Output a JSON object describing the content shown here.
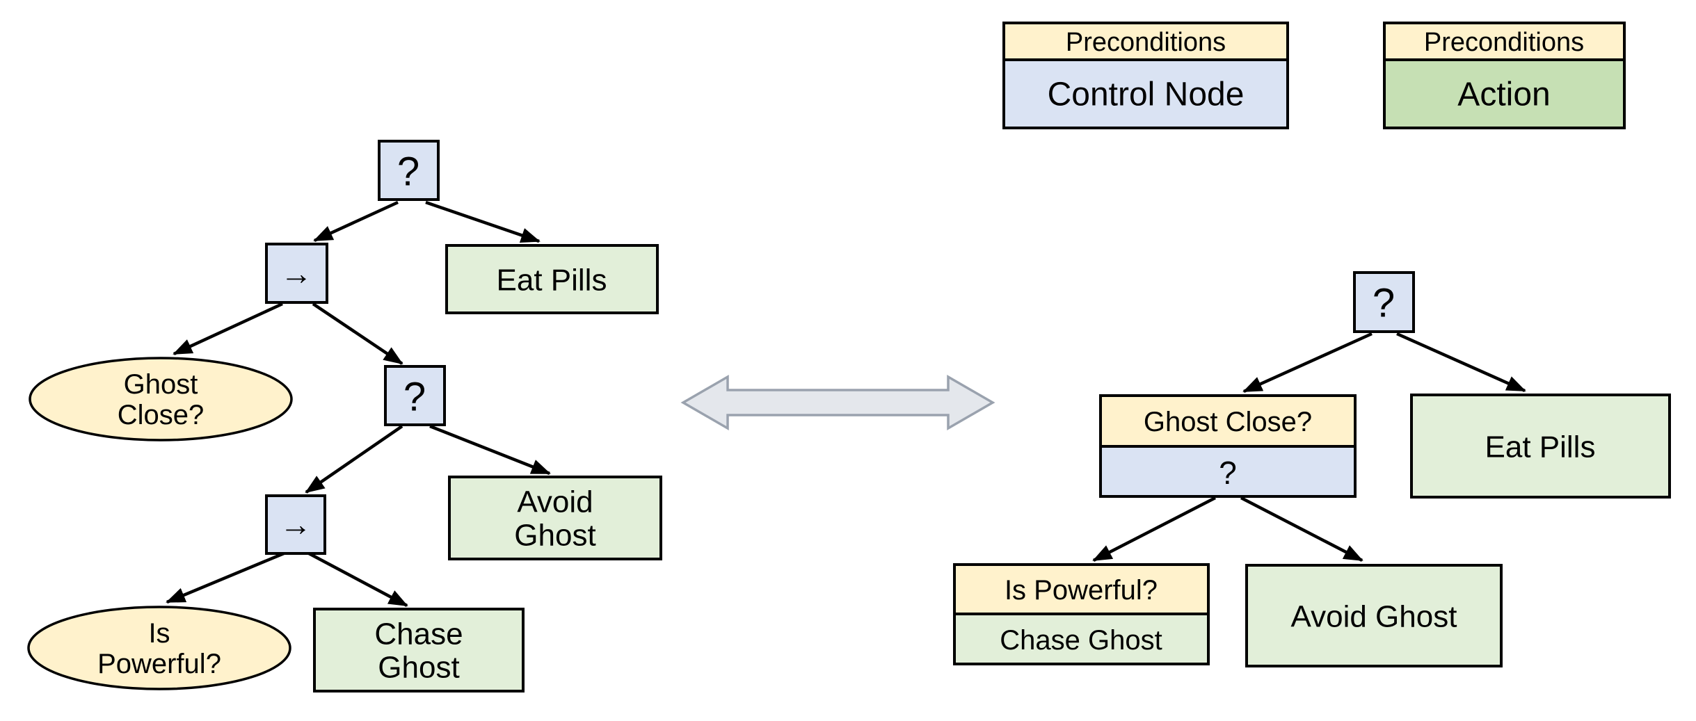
{
  "colors": {
    "precondition_yellow": "#FFF2CC",
    "control_blue": "#DAE3F3",
    "action_green_pale": "#E2EFD9",
    "action_green_legend": "#C6E0B4",
    "equivalence_arrow_fill": "#E4E7EC",
    "equivalence_arrow_border": "#9AA2AE",
    "edge_black": "#000000"
  },
  "icons": {
    "equivalence": "double-headed-arrow",
    "sequence_glyph": "right-arrow"
  },
  "legend": {
    "control_node_box": {
      "header": "Preconditions",
      "body": "Control Node"
    },
    "action_box": {
      "header": "Preconditions",
      "body": "Action"
    }
  },
  "left_tree": {
    "root_selector": "?",
    "sequence_top": "→",
    "eat_pills": "Eat Pills",
    "ghost_close": {
      "line1": "Ghost",
      "line2": "Close?"
    },
    "mid_selector": "?",
    "avoid_ghost": {
      "line1": "Avoid",
      "line2": "Ghost"
    },
    "sequence_bottom": "→",
    "is_powerful": {
      "line1": "Is",
      "line2": "Powerful?"
    },
    "chase_ghost": {
      "line1": "Chase",
      "line2": "Ghost"
    }
  },
  "right_tree": {
    "root_selector": "?",
    "ghost_close_selector": {
      "header": "Ghost Close?",
      "body": "?"
    },
    "eat_pills": "Eat Pills",
    "is_powerful_chase": {
      "header": "Is Powerful?",
      "body": "Chase Ghost"
    },
    "avoid_ghost": "Avoid Ghost"
  }
}
